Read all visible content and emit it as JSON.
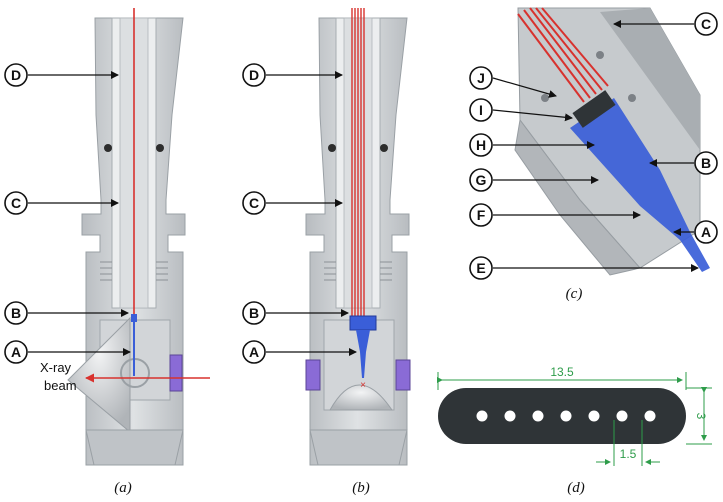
{
  "panels": {
    "a": {
      "caption": "(a)",
      "labels": [
        "D",
        "C",
        "B",
        "A"
      ],
      "beam_text": [
        "X-ray",
        "beam"
      ]
    },
    "b": {
      "caption": "(b)",
      "labels": [
        "D",
        "C",
        "B",
        "A"
      ]
    },
    "c": {
      "caption": "(c)",
      "labels": [
        "C",
        "J",
        "I",
        "H",
        "B",
        "G",
        "F",
        "A",
        "E"
      ]
    },
    "d": {
      "caption": "(d)",
      "dims": {
        "length": "13.5",
        "height": "3",
        "pitch": "1.5"
      },
      "hole_count": 7
    }
  },
  "colors": {
    "body_gray": "#c9cccf",
    "dark_gray": "#8c9196",
    "capillary_red": "#d8322e",
    "chip_blue": "#3a5ed8",
    "window_purple": "#8a6bd6",
    "dim_green": "#2e9c4a",
    "chip_dark": "#2f3437"
  }
}
